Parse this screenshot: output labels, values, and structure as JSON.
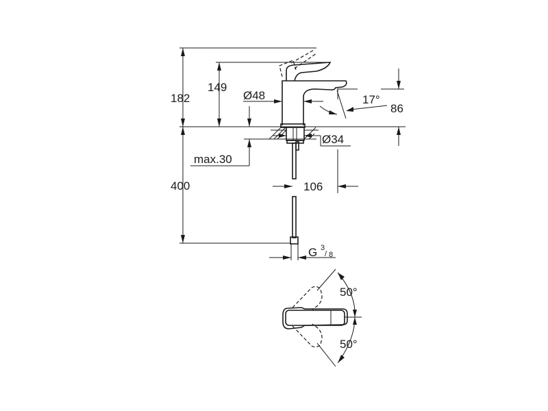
{
  "dimensions": {
    "total_height": "182",
    "handle_height": "149",
    "body_diameter": "Ø48",
    "spout_angle": "17°",
    "spout_height": "86",
    "hole_diameter": "Ø34",
    "max_counter_thickness": "max.30",
    "hose_length": "400",
    "projection": "106",
    "connection_prefix": "G",
    "connection_num": "3",
    "connection_den": "8",
    "rotation_up": "50°",
    "rotation_down": "50°"
  }
}
